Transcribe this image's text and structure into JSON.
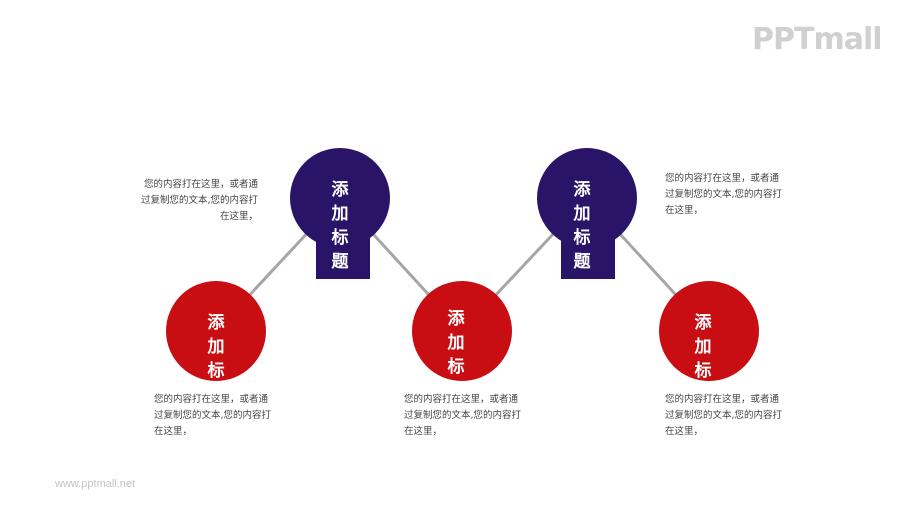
{
  "brand": {
    "logo_text": "PPTmall",
    "footer_url": "www.pptmall.net"
  },
  "colors": {
    "navy": "#2a1468",
    "red": "#c80e12",
    "connector": "#a6a6a6",
    "text": "#444444"
  },
  "nodes": [
    {
      "title": "添加标",
      "color": "red",
      "description": "您的内容打在这里，或者通过复制您的文本,您的内容打在这里，"
    },
    {
      "title": "添加标题",
      "color": "navy",
      "description": "您的内容打在这里，或者通过复制您的文本,您的内容打在这里，"
    },
    {
      "title": "添加标",
      "color": "red",
      "description": "您的内容打在这里，或者通过复制您的文本,您的内容打在这里，"
    },
    {
      "title": "添加标题",
      "color": "navy",
      "description": "您的内容打在这里，或者通过复制您的文本,您的内容打在这里，"
    },
    {
      "title": "添加标",
      "color": "red",
      "description": "您的内容打在这里，或者通过复制您的文本,您的内容打在这里，"
    }
  ]
}
